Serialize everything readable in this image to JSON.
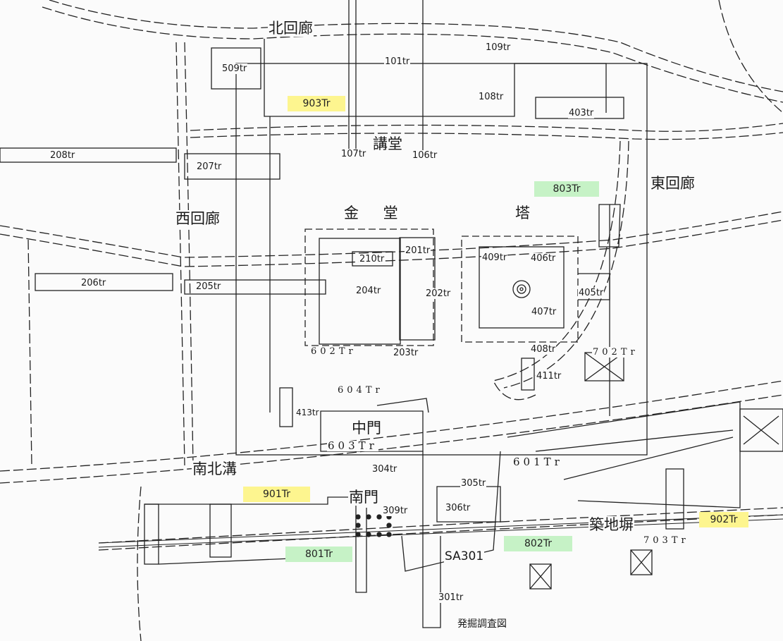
{
  "title": "発掘調査図",
  "colors": {
    "highlight_yellow": "#fdf58f",
    "highlight_green": "#c6f2c6",
    "ink": "#1a1a1a"
  },
  "structures": {
    "north_corridor": "北回廊",
    "lecture_hall": "講堂",
    "east_corridor": "東回廊",
    "west_corridor": "西回廊",
    "golden_hall": "金 堂",
    "pagoda": "塔",
    "middle_gate": "中門",
    "south_gate": "南門",
    "ns_ditch": "南北溝",
    "earthen_wall": "築地塀",
    "sa301": "SA301"
  },
  "trenches": {
    "t509": "509tr",
    "t101": "101tr",
    "t109": "109tr",
    "t108": "108tr",
    "t403": "403tr",
    "t107": "107tr",
    "t106": "106tr",
    "t208": "208tr",
    "t207": "207tr",
    "t210": "210tr",
    "t201": "201tr",
    "t409": "409tr",
    "t406": "406tr",
    "t206": "206tr",
    "t205": "205tr",
    "t204": "204tr",
    "t202": "202tr",
    "t405": "405tr",
    "t407": "407tr",
    "t602": "602Tr",
    "t203": "203tr",
    "t408": "408tr",
    "t702": "702Tr",
    "t411": "411tr",
    "t604": "604Tr",
    "t413": "413tr",
    "t603": "603Tr",
    "t304": "304tr",
    "t601": "601Tr",
    "t305": "305tr",
    "t309": "309tr",
    "t306": "306tr",
    "t703": "703Tr",
    "t301": "301tr"
  },
  "highlighted": {
    "t903": "903Tr",
    "t803": "803Tr",
    "t901": "901Tr",
    "t902": "902Tr",
    "t801": "801Tr",
    "t802": "802Tr"
  }
}
